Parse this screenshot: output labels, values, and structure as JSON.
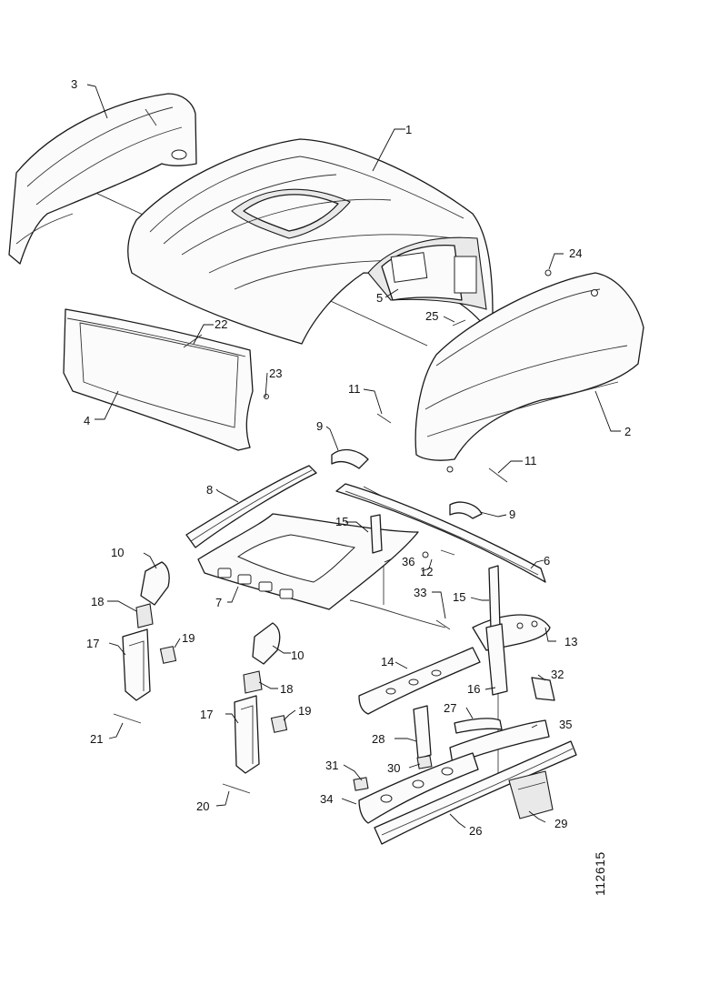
{
  "drawing": {
    "reference_number": "112615",
    "callouts": [
      {
        "id": "c1",
        "label": "1"
      },
      {
        "id": "c2",
        "label": "2"
      },
      {
        "id": "c3",
        "label": "3"
      },
      {
        "id": "c4",
        "label": "4"
      },
      {
        "id": "c5",
        "label": "5"
      },
      {
        "id": "c6",
        "label": "6"
      },
      {
        "id": "c7",
        "label": "7"
      },
      {
        "id": "c8",
        "label": "8"
      },
      {
        "id": "c9a",
        "label": "9"
      },
      {
        "id": "c9b",
        "label": "9"
      },
      {
        "id": "c10a",
        "label": "10"
      },
      {
        "id": "c10b",
        "label": "10"
      },
      {
        "id": "c11a",
        "label": "11"
      },
      {
        "id": "c11b",
        "label": "11"
      },
      {
        "id": "c12",
        "label": "12"
      },
      {
        "id": "c13",
        "label": "13"
      },
      {
        "id": "c14",
        "label": "14"
      },
      {
        "id": "c15a",
        "label": "15"
      },
      {
        "id": "c15b",
        "label": "15"
      },
      {
        "id": "c16",
        "label": "16"
      },
      {
        "id": "c17a",
        "label": "17"
      },
      {
        "id": "c17b",
        "label": "17"
      },
      {
        "id": "c18a",
        "label": "18"
      },
      {
        "id": "c18b",
        "label": "18"
      },
      {
        "id": "c19a",
        "label": "19"
      },
      {
        "id": "c19b",
        "label": "19"
      },
      {
        "id": "c20",
        "label": "20"
      },
      {
        "id": "c21",
        "label": "21"
      },
      {
        "id": "c22",
        "label": "22"
      },
      {
        "id": "c23",
        "label": "23"
      },
      {
        "id": "c24",
        "label": "24"
      },
      {
        "id": "c25",
        "label": "25"
      },
      {
        "id": "c26",
        "label": "26"
      },
      {
        "id": "c27",
        "label": "27"
      },
      {
        "id": "c28",
        "label": "28"
      },
      {
        "id": "c29",
        "label": "29"
      },
      {
        "id": "c30",
        "label": "30"
      },
      {
        "id": "c31",
        "label": "31"
      },
      {
        "id": "c32",
        "label": "32"
      },
      {
        "id": "c33",
        "label": "33"
      },
      {
        "id": "c34",
        "label": "34"
      },
      {
        "id": "c35",
        "label": "35"
      },
      {
        "id": "c36",
        "label": "36"
      }
    ]
  }
}
